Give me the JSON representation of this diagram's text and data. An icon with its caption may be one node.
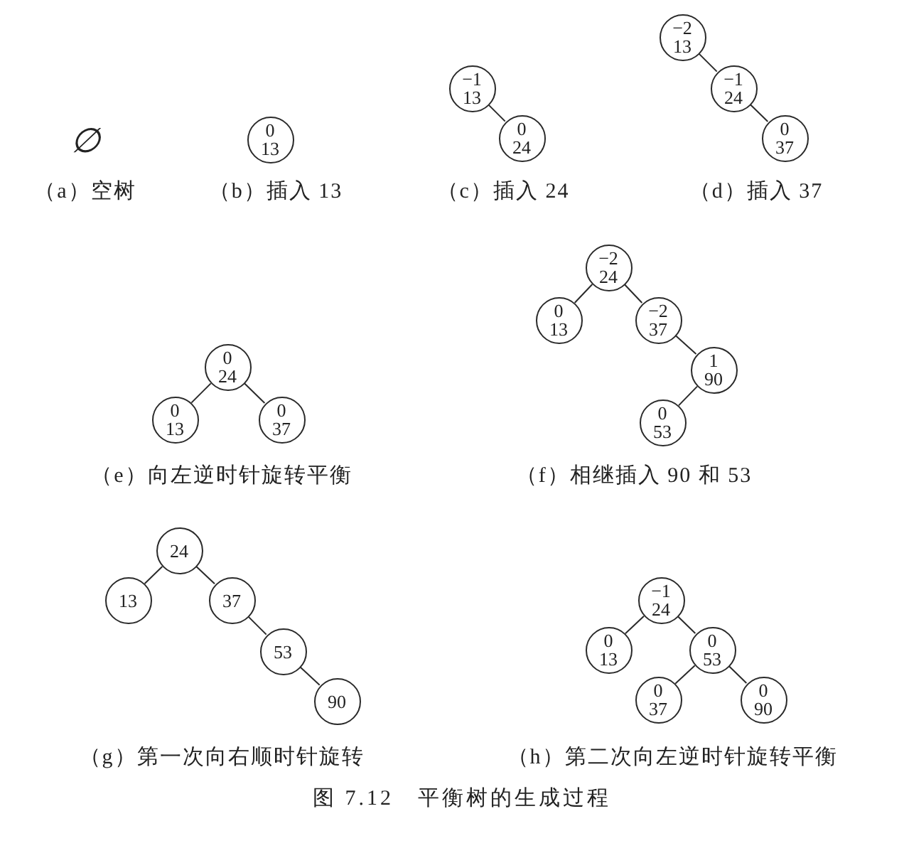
{
  "diagram": {
    "caption": "图 7.12　平衡树的生成过程",
    "nodes": [
      {
        "text": [
          "0",
          "13"
        ]
      },
      {
        "text": [
          "−1",
          "13"
        ]
      },
      {
        "text": [
          "0",
          "24"
        ]
      },
      {
        "text": [
          "−2",
          "13"
        ]
      },
      {
        "text": [
          "−1",
          "24"
        ]
      },
      {
        "text": [
          "0",
          "37"
        ]
      },
      {
        "text": [
          "0",
          "24"
        ]
      },
      {
        "text": [
          "0",
          "13"
        ]
      },
      {
        "text": [
          "0",
          "37"
        ]
      },
      {
        "text": [
          "−2",
          "24"
        ]
      },
      {
        "text": [
          "0",
          "13"
        ]
      },
      {
        "text": [
          "−2",
          "37"
        ]
      },
      {
        "text": [
          "1",
          "90"
        ]
      },
      {
        "text": [
          "0",
          "53"
        ]
      },
      {
        "text": [
          "24"
        ]
      },
      {
        "text": [
          "13"
        ]
      },
      {
        "text": [
          "37"
        ]
      },
      {
        "text": [
          "53"
        ]
      },
      {
        "text": [
          "90"
        ]
      },
      {
        "text": [
          "−1",
          "24"
        ]
      },
      {
        "text": [
          "0",
          "13"
        ]
      },
      {
        "text": [
          "0",
          "53"
        ]
      },
      {
        "text": [
          "0",
          "37"
        ]
      },
      {
        "text": [
          "0",
          "90"
        ]
      }
    ],
    "edges": [
      {
        "from": 1,
        "to": 2,
        "arrow": "none"
      },
      {
        "from": 3,
        "to": 4,
        "arrow": "none"
      },
      {
        "from": 4,
        "to": 5,
        "arrow": "none"
      },
      {
        "from": 6,
        "to": 7,
        "arrow": "none"
      },
      {
        "from": 6,
        "to": 8,
        "arrow": "none"
      },
      {
        "from": 9,
        "to": 10,
        "arrow": "none"
      },
      {
        "from": 9,
        "to": 11,
        "arrow": "none"
      },
      {
        "from": 11,
        "to": 12,
        "arrow": "none"
      },
      {
        "from": 12,
        "to": 13,
        "arrow": "none"
      },
      {
        "from": 14,
        "to": 15,
        "arrow": "none"
      },
      {
        "from": 14,
        "to": 16,
        "arrow": "none"
      },
      {
        "from": 16,
        "to": 17,
        "arrow": "none"
      },
      {
        "from": 17,
        "to": 18,
        "arrow": "none"
      },
      {
        "from": 19,
        "to": 20,
        "arrow": "none"
      },
      {
        "from": 19,
        "to": 21,
        "arrow": "none"
      },
      {
        "from": 21,
        "to": 22,
        "arrow": "none"
      },
      {
        "from": 21,
        "to": 23,
        "arrow": "none"
      }
    ],
    "labels": [
      "∅",
      "（a）空树",
      "（b）插入 13",
      "（c）插入 24",
      "（d）插入 37",
      "（e）向左逆时针旋转平衡",
      "（f）相继插入 90 和 53",
      "（g）第一次向右顺时针旋转",
      "（h）第二次向左逆时针旋转平衡"
    ]
  }
}
